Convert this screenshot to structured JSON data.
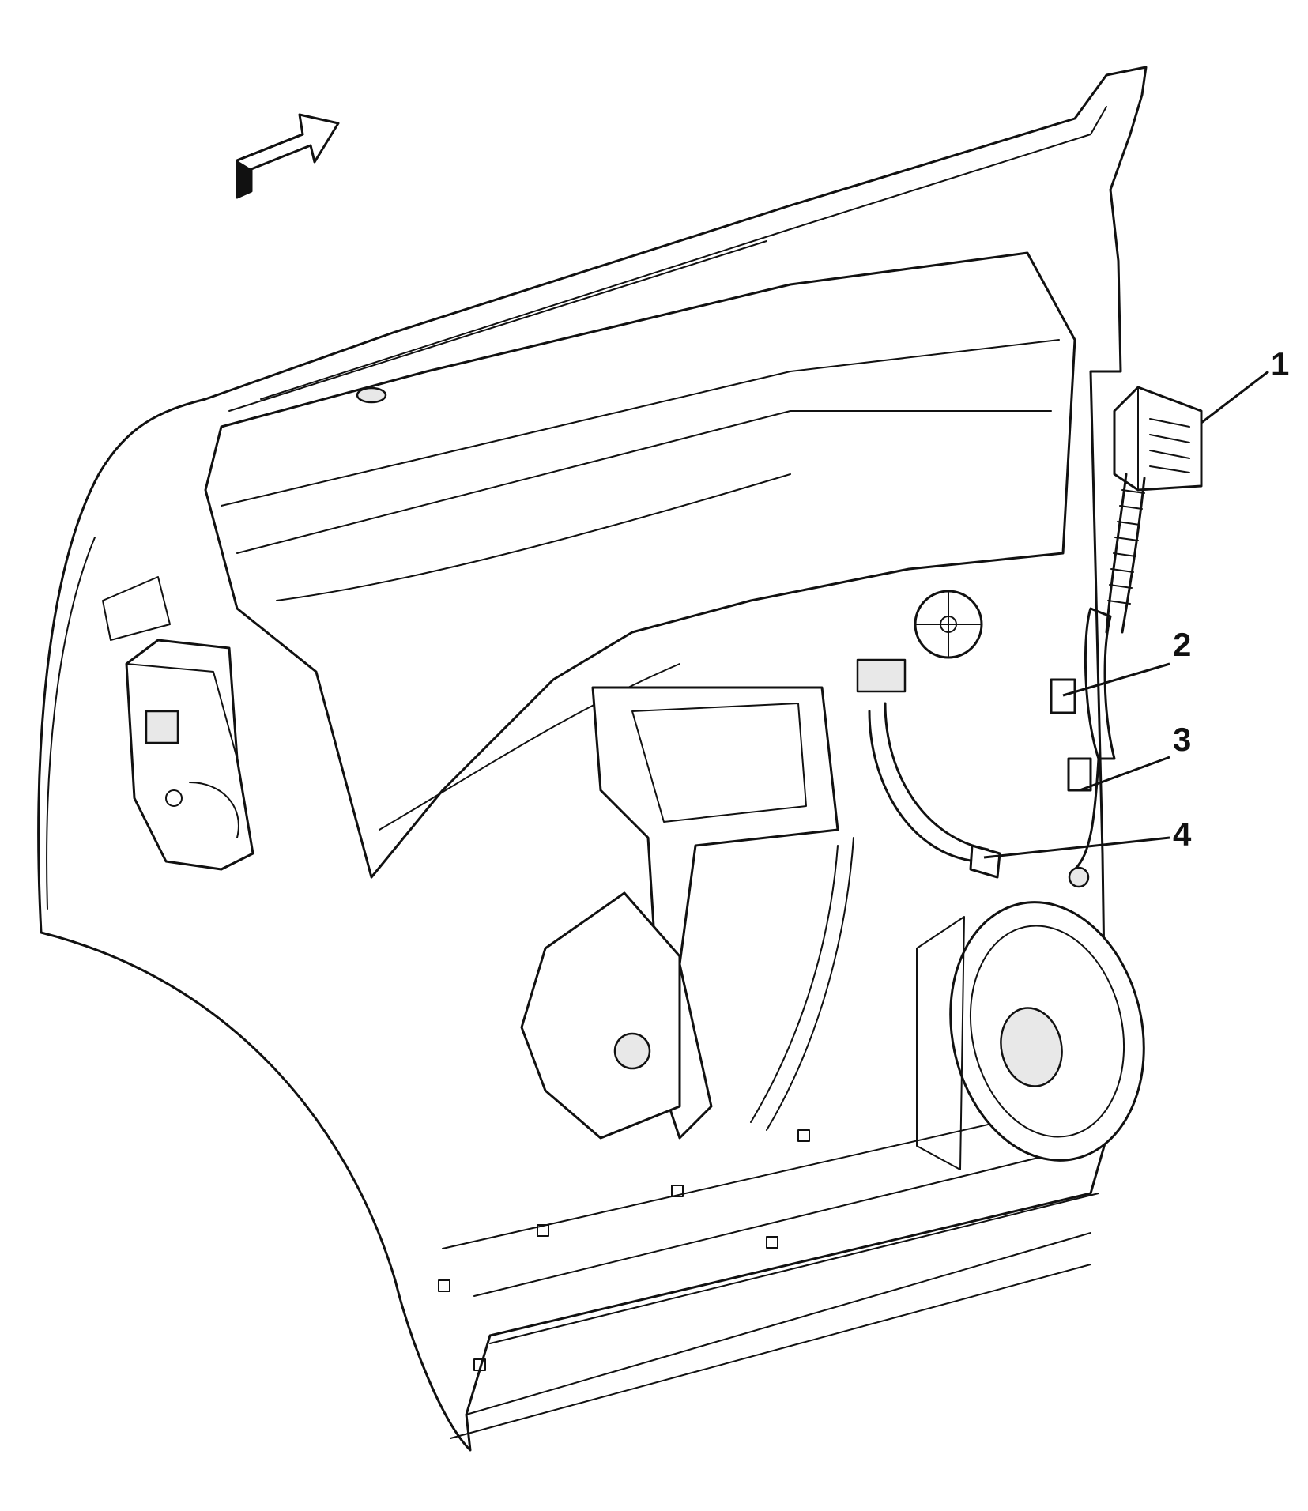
{
  "callouts": [
    {
      "id": "1",
      "label": "1"
    },
    {
      "id": "2",
      "label": "2"
    },
    {
      "id": "3",
      "label": "3"
    },
    {
      "id": "4",
      "label": "4"
    }
  ],
  "icons": {
    "direction_arrow": "forward-arrow-icon"
  },
  "colors": {
    "line": "#111111",
    "background": "#ffffff"
  }
}
